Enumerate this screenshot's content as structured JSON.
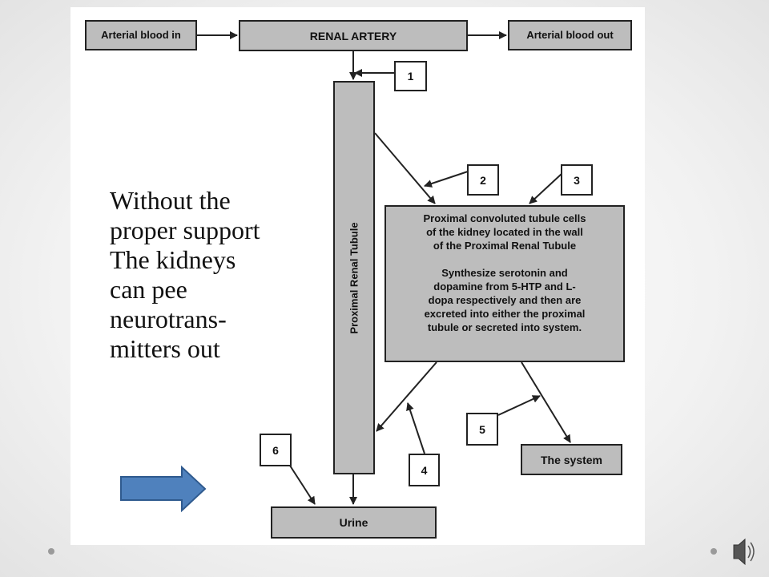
{
  "diagram": {
    "arterial_in": "Arterial blood in",
    "renal_artery": "RENAL ARTERY",
    "arterial_out": "Arterial blood out",
    "proximal_tubule": "Proximal Renal Tubule",
    "cells_box": {
      "para1": [
        "Proximal convoluted tubule cells",
        "of the kidney located in the wall",
        "of the Proximal Renal Tubule"
      ],
      "para2": [
        "Synthesize serotonin and",
        "dopamine from 5-HTP and L-",
        "dopa respectively and then are",
        "excreted into either the proximal",
        "tubule or secreted into system."
      ]
    },
    "the_system": "The system",
    "urine": "Urine",
    "numbers": [
      "1",
      "2",
      "3",
      "4",
      "5",
      "6"
    ]
  },
  "slide_text": {
    "lines": [
      "Without the",
      "proper support",
      "The kidneys",
      "can pee",
      "neurotrans-",
      "mitters out"
    ]
  },
  "colors": {
    "box_fill": "#bdbdbd",
    "border": "#222222",
    "nav_arrow": "#4f81bd"
  },
  "icons": {
    "nav_arrow": "right-arrow-icon",
    "audio": "speaker-icon"
  }
}
